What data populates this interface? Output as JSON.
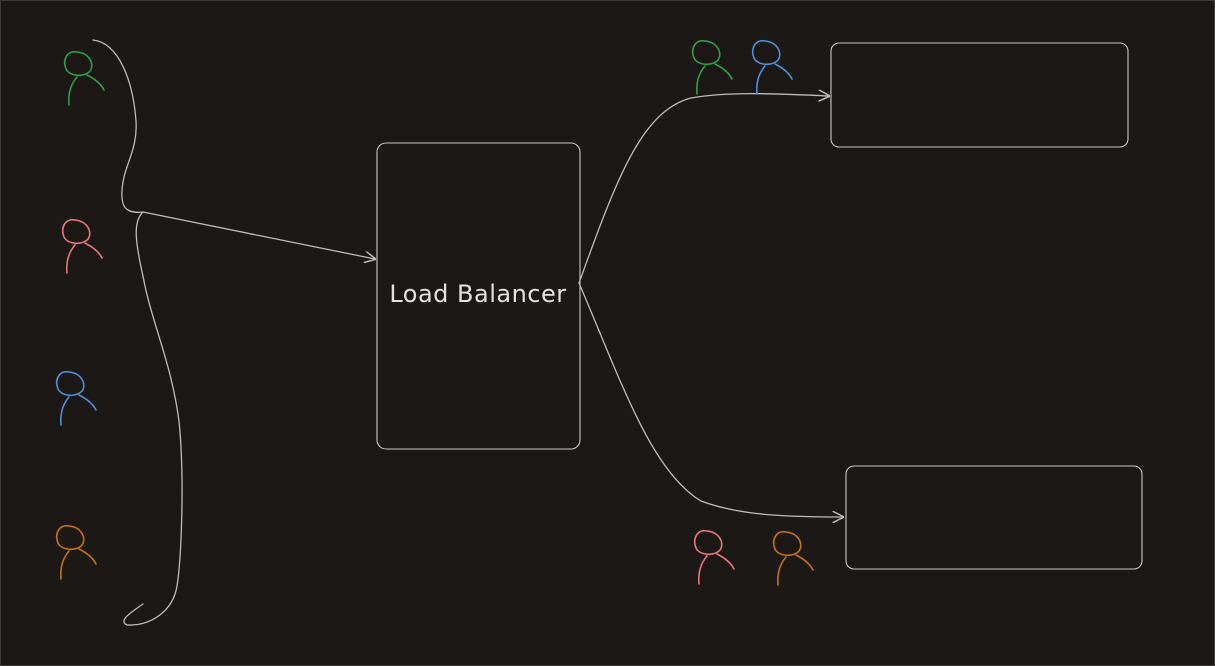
{
  "diagram": {
    "load_balancer": {
      "label": "Load Balancer"
    },
    "colors": {
      "background": "#1b1816",
      "stroke": "#bdbdbd",
      "user_green": "#2f9e44",
      "user_red": "#e8767a",
      "user_blue": "#4a90d9",
      "user_orange": "#c9700f"
    },
    "clients": [
      {
        "name": "user-green",
        "color": "#2f9e44"
      },
      {
        "name": "user-red",
        "color": "#e8767a"
      },
      {
        "name": "user-blue",
        "color": "#4a90d9"
      },
      {
        "name": "user-orange",
        "color": "#c9700f"
      }
    ],
    "servers": [
      {
        "name": "server-top",
        "users": [
          "#2f9e44",
          "#4a90d9"
        ]
      },
      {
        "name": "server-bottom",
        "users": [
          "#e8767a",
          "#c9700f"
        ]
      }
    ],
    "icons": [
      "user-icon",
      "curly-brace",
      "arrow"
    ]
  }
}
